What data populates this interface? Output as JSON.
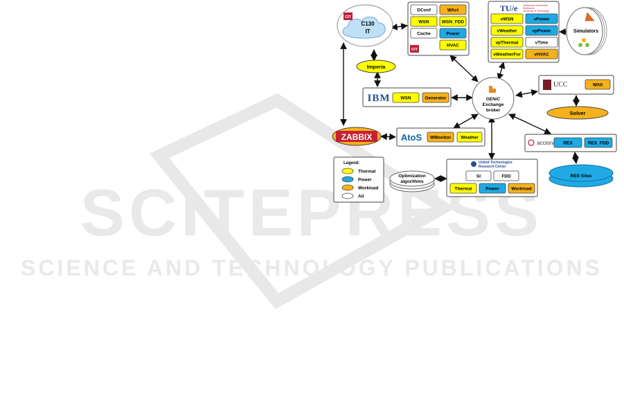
{
  "colors": {
    "thermal": "#ffff00",
    "power": "#1fa9e5",
    "workload": "#f5b21b",
    "all": "#ffffff",
    "border": "#444444",
    "watermark": "#e6e6e6",
    "red_logo": "#c0203a",
    "ibm_blue": "#1f4e96",
    "atos_blue": "#0d62a6"
  },
  "legend": {
    "title": "Legend:",
    "items": [
      {
        "label": "Thermal",
        "category": "thermal"
      },
      {
        "label": "Power",
        "category": "power"
      },
      {
        "label": "Workload",
        "category": "workload"
      },
      {
        "label": "All",
        "category": "all"
      }
    ]
  },
  "broker": {
    "line1": "GEN",
    "line1b": "iC",
    "line2": "Exchange",
    "line3": "broker"
  },
  "cit": {
    "badge": "CIT",
    "title": "C130",
    "subtitle": "IT"
  },
  "cit_modules": [
    {
      "label": "DConf",
      "category": "all"
    },
    {
      "label": "WAct",
      "category": "workload"
    },
    {
      "label": "WSN",
      "category": "thermal"
    },
    {
      "label": "WSN_FDD",
      "category": "thermal"
    },
    {
      "label": "Cache",
      "category": "all"
    },
    {
      "label": "Power",
      "category": "power"
    },
    {
      "label": "HVAC",
      "category": "thermal"
    }
  ],
  "cit_badge_small": "CIT",
  "imperia": "Imperia",
  "tue": {
    "logo": "TU/e",
    "tagline1": "Technische Universiteit",
    "tagline2": "Eindhoven",
    "tagline3": "University of Technology",
    "modules": [
      {
        "label": "vWSN",
        "category": "thermal"
      },
      {
        "label": "vPower",
        "category": "power"
      },
      {
        "label": "vWeather",
        "category": "thermal"
      },
      {
        "label": "vpPower",
        "category": "power"
      },
      {
        "label": "vpThermal",
        "category": "thermal"
      },
      {
        "label": "vTime",
        "category": "all"
      },
      {
        "label": "vWeatherFor",
        "category": "thermal"
      },
      {
        "label": "vHVAC",
        "category": "workload"
      }
    ]
  },
  "simulators": "Simulators",
  "ibm": {
    "logo": "IBM",
    "modules": [
      {
        "label": "WSN",
        "category": "thermal"
      },
      {
        "label": "Generator",
        "category": "workload"
      }
    ]
  },
  "ucc": {
    "logo": "UCC",
    "module": {
      "label": "WAll",
      "category": "workload"
    }
  },
  "solver": "Solver",
  "zabbix": "ZABBIX",
  "atos": {
    "logo": "AtoS",
    "modules": [
      {
        "label": "WMonitor",
        "category": "workload"
      },
      {
        "label": "Weather",
        "category": "thermal"
      }
    ]
  },
  "acciona": {
    "logo": "acciona",
    "modules": [
      {
        "label": "RES",
        "category": "power"
      },
      {
        "label": "RES_FDD",
        "category": "power"
      }
    ]
  },
  "res_sites": "RES Sites",
  "utrc": {
    "line1": "United Technologies",
    "line2": "Research Center",
    "modules": [
      {
        "label": "SI",
        "category": "all"
      },
      {
        "label": "FDD",
        "category": "all"
      },
      {
        "label": "Thermal",
        "category": "thermal"
      },
      {
        "label": "Power",
        "category": "power"
      },
      {
        "label": "Workload",
        "category": "workload"
      }
    ]
  },
  "optimization": {
    "line1": "Optimization",
    "line2": "algorithms"
  },
  "watermark": {
    "line1": "SCITEPRESS",
    "line2": "SCIENCE AND TECHNOLOGY PUBLICATIONS"
  }
}
